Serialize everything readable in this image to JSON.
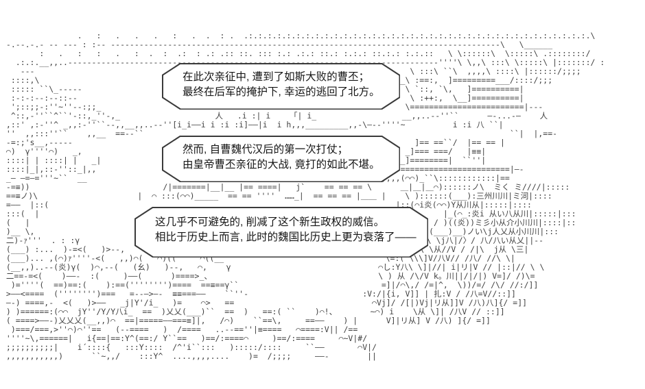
{
  "colors": {
    "background": "#ffffff",
    "art": "#3f3f3f",
    "bubble_border": "#3a3a3a",
    "bubble_fill": "#ffffff",
    "text": "#141414"
  },
  "bubbles": [
    {
      "lines": [
        "在此次亲征中, 遭到了如斯大败的曹丕；",
        "最终在后军的掩护下, 幸运的逃回了北方。"
      ]
    },
    {
      "lines": [
        "然而, 自曹魏代汉后的第一次打仗；",
        "由皇帝曹丕亲征的大战, 竟打的如此不堪。"
      ]
    },
    {
      "lines": [
        "这几乎不可避免的, 削减了这个新生政权的威信。",
        "相比于历史上而言, 此时的魏国比历史上更为衰落了——"
      ]
    }
  ],
  "art": {
    "lines": [
      "                .   :   .   .   .   :   .  .  : .  .:.:.:.:.:.:.:.:.:.:.:.:.:.:.:.:.:.:.:.:.:.:.:.:.:.:.:.:.:.:.:.:.:.:.:.:.\\",
      " -.--.-.- -- --- : :-- ----------------------------------------------------------------------------------\\   \\______",
      "        :   .   :   :   .   :  .  :  .:  : .: .:: ::. ::: :.: .:.: ::.: :.:.: ::.:.: :.:.::   \\ \\::::::\\  \\:::::\\ .::::::::/",
      "   .:.:.__,,..------------------------------------------------------------------------------''''\\ \\,,\\ :::\\ \\:::::\\ |:::::::/ :",
      "    ---                                                                               \\ :::\\ ``\\  ,,,,\\ ::::\\ |::::::/;;;;",
      "  ::::,\\                                                                       ______\\ :==:,  ]=========___/::::/;;;",
      "  ::::: ``\\_-----                                                                    \\ `::, `\\,   ]==========|",
      "  :-:-:--:--::--                                                                      \\ :++:,  \\__]==========|",
      "  ';::;;-:''~''--:;;_                                                                \\========================|---",
      "  ^::,-''``^``'-::,_''-,_                    人   .i :| i    「| i_                  __,,..-‐''``      ―-...-―    人",
      " ,::' ,:-''^ _,,:-''``--,,__,,..-‐''[i_i――i i :i :i]――|i  i h,,,_________,,-\\―--''''~          i :i 八 ``|",
      " ''  ,,:::''``    ,,__  ==--``                                                                             ``|  |,==-",
      " -=:;'s__,-----                                                                        ]== ==``/  |== == |",
      " ⌒)  γ''''⌒)   _,                                                                    _]=== ===/   |≡≡|",
      " ::::| | ::::| |   _|                                                              __]========|  ``''|",
      " ::::|_|,::-''::_|,,                                                             ==========================|―-",
      " _― ―=―='''~``  __                                                            ,,,,,,(⌒⌒)_``\\::::::::::::|==",
      " -=≡))                            /|=======|__|__ |== ====|   j`    == == == \\      ＿|＿|＿⌒)::::::ノ\\  ミく ミ////|:::::",
      " ==≡ノ)\\                     |  ⌒ :::(⌒⌒)_____  == == ''''  ……_|  == == == |＿＿ |    \\ )::::::(___):三州川川|ミ泀|::::",
      " =――  |::(                                                                         |::(⌒i炎(⌒⌒)Y从川从|:::::|::::",
      " :::(  |                                                                                     |_(⌒_:炎i 从い八从川|:::::|:::",
      " (   |                                                                                     / )((炎))ミ彡小从介小川川|::::|::",
      " )__ \\,                                                                                  ((___)__)ノい\\j人乂从小川川|:::",
      " 二)-ｧ'''  . : :γ                                                                      (_)\\ \\j八|/〉/ 八/八い从乂||--",
      " (___) :...  )-=<(   )>--,                                                           __)\\ \\从//V / /|\\  j从 \\三|",
      " (___)... ,(⌒)ｧ''''-<(   ,,)⌒(   ⌒)((   ``⌒((__                                  \\=:( \\\\\\]V/八V// /八/ //\\ \\|",
      " (__,,)..--(炎)γ(  )⌒,--(   (幺)   )--,   ⌒,    γ                               ⌒し:Y八\\ \\]|//| i|リ|V // |::|// \\ \\",
      " 二==-=<(    )――-  :(     )――(      )====>_、                                   \\ ) 从 /\\/V k。川||/|/|) V=]/ /)\\=",
      "  )=''''(  ==)==:(    ):==('''''''')====  ==≡==γ``                              =]|/⌒\\,/ /=|^,  \\))/=/ /\\/ //:/]]",
      " >――<====  ('''''''')===   =--―>―-  ≡≡===――    ``''-                        :V:/|{i, V]] | 扎:V / /八=V//::]]",
      " ―-) ====,-  <(   )>――   _j|Y'/i_   )=    ⌒>   ==                             ⌒Vj]/ /[|)Vj|リ从]]V /八)八]{/ =]]",
      " ) )======:(⌒⌒  jY''/Y/Y八i_  ==  )乂乂(___)``  ==  )   ==:( ``    )⌒!、       ~⌒) i    \\从 \\]| /八V // ::]]",
      " ( ====>――-)乂乂乂(__,,)⌒  ==|=====――===≡]|,   /⌒)    ``==\\,     ==――    ) |      V]|リ从] V /八) ]{/ =]]",
      "  )===/===,>''⌒)⌒''==   (--====   )  /====   ..--==''|≡====   ⌒====:V|| /==",
      " ''''~\\,======|   i{==|==:Y^(==:/ Y``==   )==/:====⌒     )==/:====     ⌒~V|#/",
      " ;;;;;;;;;;|    i´::::{   :::Y::::  /^'i``:::   ):::::/::::     ``――       ⌒V|/",
      " ,,,,,,,,,,,)      ``~,,/    :::Y^  ....,,,,....    )=  /;;;;     ――‐        ||"
    ]
  }
}
